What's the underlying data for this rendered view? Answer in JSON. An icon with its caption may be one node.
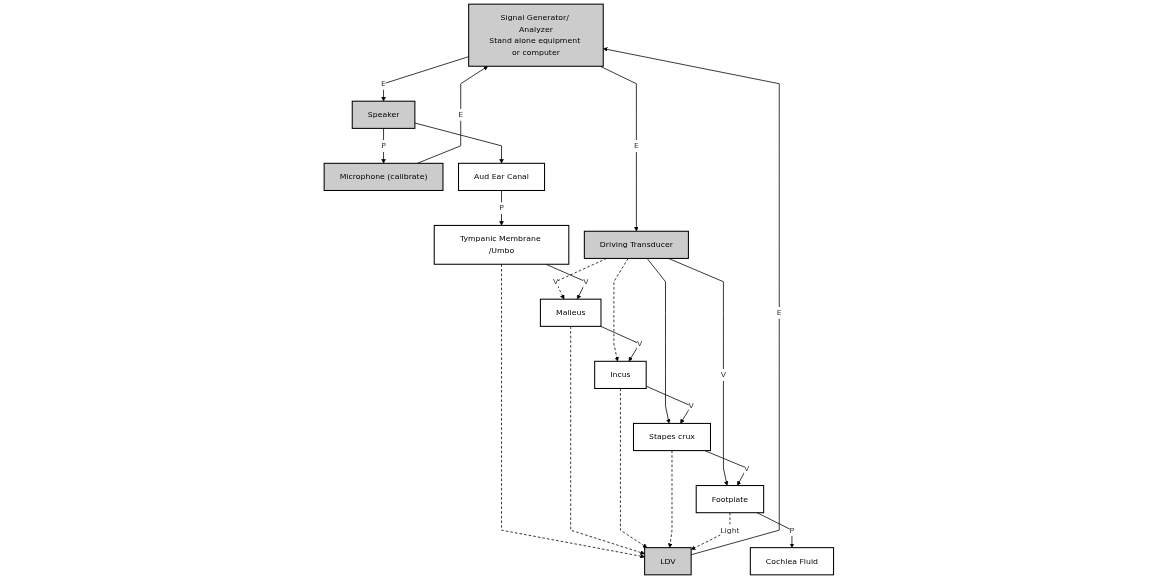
{
  "diagram": {
    "nodes": [
      {
        "text": [
          "Signal Generator/ Analyzer",
          "Stand alone equipment or computer"
        ]
      },
      {
        "text": [
          "Speaker"
        ]
      },
      {
        "text": [
          "Microphone (calibrate)"
        ]
      },
      {
        "text": [
          "Driving Transducer"
        ]
      },
      {
        "text": [
          "Aud Ear Canal"
        ]
      },
      {
        "text": [
          "Tympanic Membrane /Umbo"
        ]
      },
      {
        "text": [
          "Malleus"
        ]
      },
      {
        "text": [
          "Incus"
        ]
      },
      {
        "text": [
          "Stapes crux"
        ]
      },
      {
        "text": [
          "Footplate"
        ]
      },
      {
        "text": [
          "Cochlea Fluid"
        ]
      },
      {
        "text": [
          "LDV"
        ]
      }
    ],
    "edges": [
      {
        "from": 0,
        "to": 1,
        "arrow": "to",
        "label": "E"
      },
      {
        "from": 1,
        "to": 2,
        "arrow": "to",
        "label": "P"
      },
      {
        "from": 2,
        "to": 0,
        "arrow": "to",
        "label": "E"
      },
      {
        "from": 0,
        "to": 3,
        "arrow": "to",
        "label": "E"
      },
      {
        "from": 3,
        "to": 6,
        "arrow": "to",
        "label": "V",
        "style": "dashed"
      },
      {
        "from": 3,
        "to": 7,
        "arrow": "to",
        "style": "dashed"
      },
      {
        "from": 3,
        "to": 8,
        "arrow": "to"
      },
      {
        "from": 3,
        "to": 9,
        "arrow": "to",
        "label": "V"
      },
      {
        "from": 1,
        "to": 4,
        "arrow": "to"
      },
      {
        "from": 4,
        "to": 5,
        "arrow": "to",
        "label": "P"
      },
      {
        "from": 5,
        "to": 6,
        "arrow": "to",
        "label": "V"
      },
      {
        "from": 6,
        "to": 7,
        "arrow": "to",
        "label": "V"
      },
      {
        "from": 7,
        "to": 8,
        "arrow": "to",
        "label": "V"
      },
      {
        "from": 8,
        "to": 9,
        "arrow": "to",
        "label": "V"
      },
      {
        "from": 9,
        "to": 10,
        "arrow": "to",
        "label": "P"
      },
      {
        "from": 5,
        "to": 11,
        "arrow": "to",
        "style": "dashed"
      },
      {
        "from": 6,
        "to": 11,
        "arrow": "to",
        "style": "dashed"
      },
      {
        "from": 7,
        "to": 11,
        "arrow": "to",
        "style": "dashed"
      },
      {
        "from": 8,
        "to": 11,
        "arrow": "to",
        "style": "dashed"
      },
      {
        "from": 9,
        "to": 11,
        "arrow": "to",
        "label": "Light",
        "style": "dashed"
      },
      {
        "from": 11,
        "to": 0,
        "arrow": "to",
        "label": "E"
      }
    ]
  }
}
